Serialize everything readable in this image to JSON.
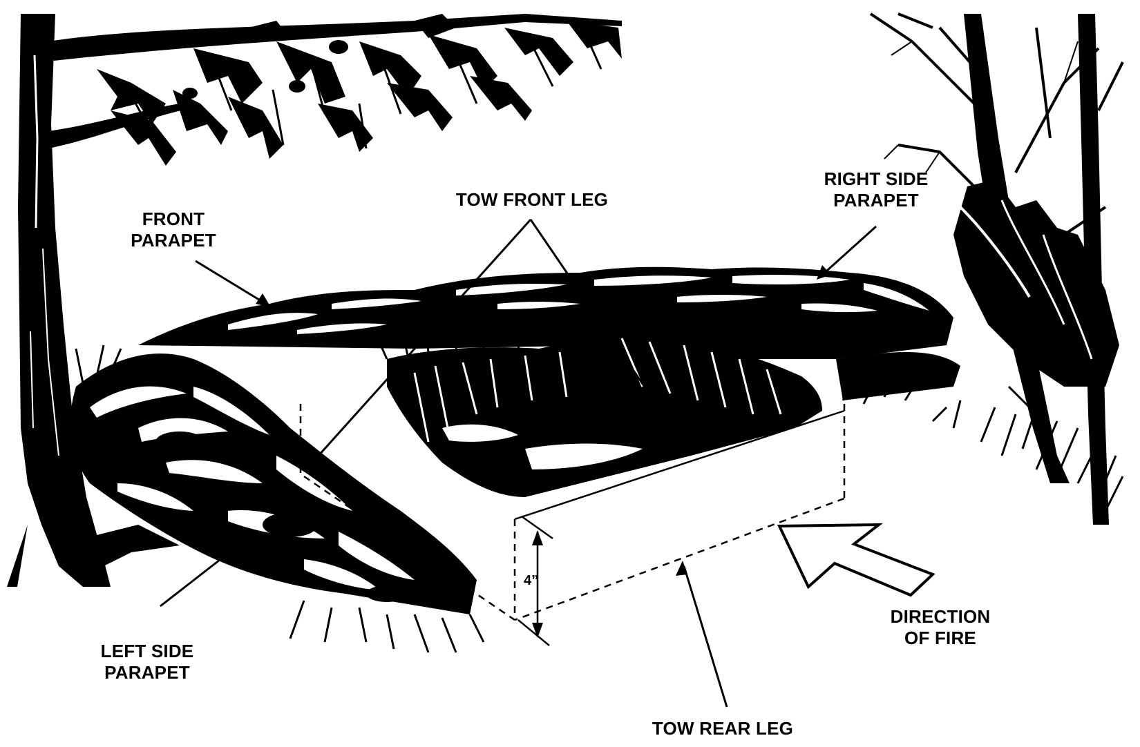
{
  "diagram": {
    "labels": {
      "front_parapet": [
        "FRONT",
        "PARAPET"
      ],
      "tow_front_leg": "TOW FRONT LEG",
      "right_side_parapet": [
        "RIGHT SIDE",
        "PARAPET"
      ],
      "left_side_parapet": [
        "LEFT SIDE",
        "PARAPET"
      ],
      "tow_rear_leg": "TOW REAR LEG",
      "direction_of_fire": [
        "DIRECTION",
        "OF FIRE"
      ],
      "depth_dimension": "4”"
    },
    "colors": {
      "ink": "#000000",
      "paper": "#ffffff"
    }
  }
}
